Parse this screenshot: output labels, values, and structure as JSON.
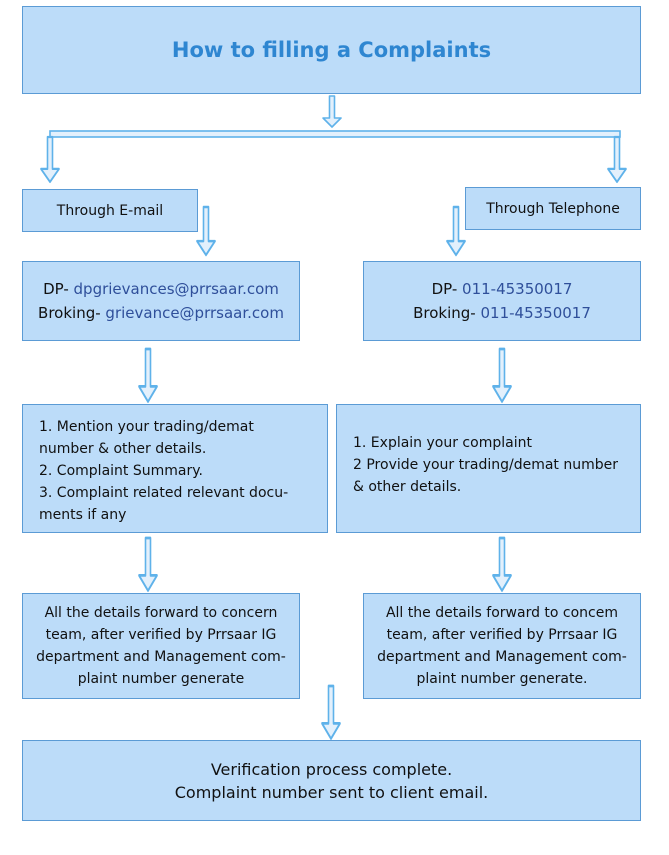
{
  "title": "How to filling a Complaints",
  "email": {
    "label": "Through E-mail",
    "dp_label": "DP-",
    "dp_value": "dpgrievances@prrsaar.com",
    "broking_label": "Broking-",
    "broking_value": "grievance@prrsaar.com",
    "steps": [
      "1. Mention your trading/demat",
      "number & other details.",
      "2. Complaint Summary.",
      "3. Complaint related relevant docu-",
      "ments if any"
    ],
    "forward": [
      "All the details forward to concern",
      "team, after verified by Prrsaar IG",
      "department and Management com-",
      "plaint number generate"
    ]
  },
  "phone": {
    "label": "Through Telephone",
    "dp_label": "DP-",
    "dp_value": "011-45350017",
    "broking_label": "Broking-",
    "broking_value": "011-45350017",
    "steps": [
      "1. Explain your complaint",
      "2 Provide your trading/demat number",
      "& other details."
    ],
    "forward": [
      "All the details forward to concem",
      "team, after verified by Prrsaar IG",
      "department and Management com-",
      "plaint number generate."
    ]
  },
  "final": [
    "Verification process complete.",
    "Complaint number sent to client email."
  ],
  "colors": {
    "box_fill": "#bcdcf9",
    "box_border": "#5b9bd5",
    "title_text": "#2e86d1",
    "link_text": "#2f4f9a"
  }
}
